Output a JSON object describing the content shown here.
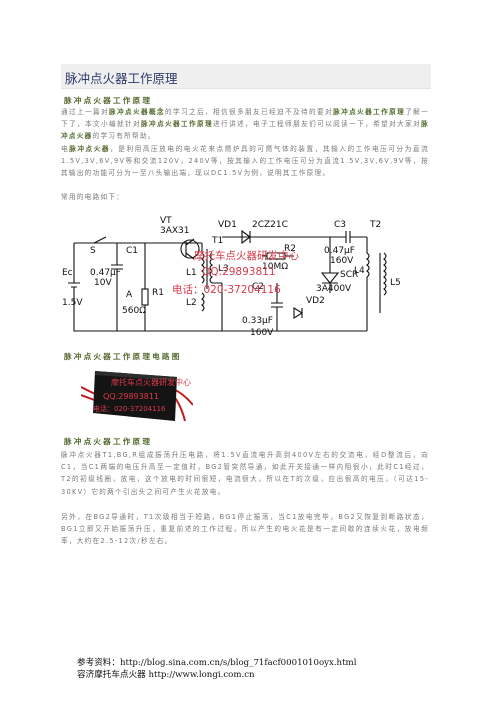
{
  "title": "脉冲点火器工作原理",
  "sections": {
    "s1_heading": "脉冲点火器工作原理",
    "p1": {
      "a": "通过上一篇对",
      "b": "脉冲点火器概念",
      "c": "的学习之后，相信很多朋友已经迫不及待的要对",
      "d": "脉冲点火器工作原理",
      "e": "了解一下了，本文小编就针对",
      "f": "脉冲点火器工作原理",
      "g": "进行讲述，电子工程师朋友们可以阅读一下，希望对大家对",
      "h": "脉冲点火器",
      "i": "的学习有所帮助。"
    },
    "p2": {
      "a": "电",
      "b": "脉冲点火器",
      "c": "，是利用高压放电的电火花来点燃炉具的可燃气体的装置，其输入的工作电压可分为直流1.5V,3V,6V,9V等和交流120V，240V等，按其输入的工作电压可分为直流1.5V,3V,6V,9V等，按其输出的功能可分为一至八头输出端，现以DC1.5V为例，说明其工作原理。"
    },
    "p3": "常用的电路如下：",
    "s2_heading": "脉冲点火器工作原理电路图",
    "s3_heading": "脉冲点火器工作原理",
    "p4": "脉冲点火器T1,BG,R组成振荡升压电路，将1.5V直流电升高到400V左右的交流电，经D整流后，向C1，当C1两端的电压升高至一定值时，BG2管突然导通，如此开关接通一样内阻很小，此时C1经过，T2的初级线圈，放电，这个放电的时间很短，电流很大，所以在T的次级，应出很高的电压，（可达15-30KV）它的两个引出头之间可产生火花放电。",
    "p5": "另外，在BG2导通时，T1次级相当于短路，BG1停止振荡，当C1放电完毕，BG2又恢复到断路状态， BG1立即又开始振荡升压，重复前述的工作过程，所以产生的电火花是有一定间歇的连续火花，放电频率，大约在2.5-12次/秒左右。"
  },
  "circuit": {
    "labels": {
      "vt": "VT",
      "vt_part": "3AX31",
      "s": "S",
      "ec": "Ec",
      "ec_v": "1.5V",
      "c1_val": "0.47μF",
      "c1_v": "10V",
      "c1": "C1",
      "r1": "R1",
      "r1_val": "560Ω",
      "a": "A",
      "t1": "T1",
      "l1": "L1",
      "l2": "L2",
      "l3": "L3",
      "vd1": "VD1",
      "vd1_part": "2CZ21C",
      "r2": "R2",
      "r2_val": "10MΩ",
      "c2": "C2",
      "c2_val": "0.33μF",
      "c2_v": "160V",
      "vd2": "VD2",
      "c3": "C3",
      "c3_val": "0.47μF",
      "c3_v": "160V",
      "scr": "SCR",
      "scr_rating": "3A400V",
      "t2": "T2",
      "l4": "L4",
      "l5": "L5"
    },
    "watermark": {
      "line1": "摩托车点火器研发中心",
      "line2": "QQ:29893811",
      "line3": "电话：020-37204116"
    }
  },
  "photo": {
    "watermark": {
      "line1": "摩托车点火器研发中心",
      "line2": "QQ:29893811",
      "line3": "电话：020-37204116"
    }
  },
  "refs": {
    "line1": "参考资料：http://blog.sina.com.cn/s/blog_71facf0001010oyx.html",
    "line2": "容济摩托车点火器  http://www.longi.com.cn"
  },
  "colors": {
    "title_bg": "#efefef",
    "title_text": "#2d3d6d",
    "heading": "#556b2f",
    "body": "#777777",
    "watermark": "#d93a4a"
  }
}
